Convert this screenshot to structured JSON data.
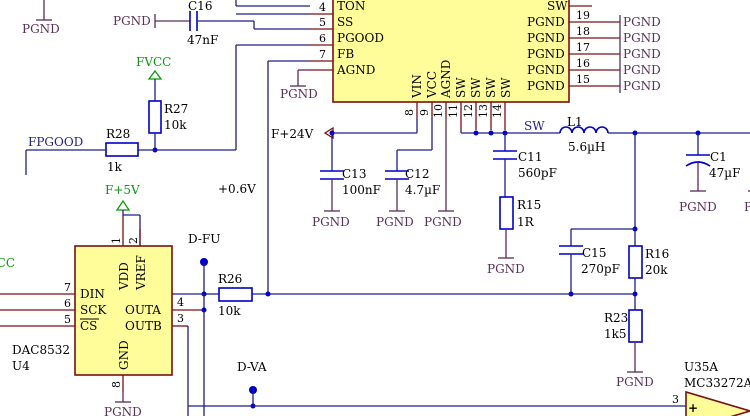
{
  "u_main": {
    "left_pins": [
      {
        "num": "4",
        "name": "TON"
      },
      {
        "num": "5",
        "name": "SS"
      },
      {
        "num": "6",
        "name": "PGOOD"
      },
      {
        "num": "7",
        "name": "FB"
      },
      {
        "num": "",
        "name": "AGND"
      }
    ],
    "right_pins": [
      {
        "num": "19",
        "name": "SW"
      },
      {
        "num": "18",
        "name": "PGND"
      },
      {
        "num": "17",
        "name": "PGND"
      },
      {
        "num": "16",
        "name": "PGND"
      },
      {
        "num": "15",
        "name": "PGND"
      },
      {
        "num": "",
        "name": "PGND"
      }
    ],
    "bottom_pins": [
      {
        "num": "8",
        "name": "VIN"
      },
      {
        "num": "9",
        "name": "VCC"
      },
      {
        "num": "10",
        "name": "AGND"
      },
      {
        "num": "11",
        "name": "SW"
      },
      {
        "num": "12",
        "name": "SW"
      },
      {
        "num": "13",
        "name": "SW"
      },
      {
        "num": "14",
        "name": "SW"
      }
    ]
  },
  "components": {
    "c16": {
      "ref": "C16",
      "value": "47nF"
    },
    "r27": {
      "ref": "R27",
      "value": "10k"
    },
    "r28": {
      "ref": "R28",
      "value": "1k"
    },
    "c13": {
      "ref": "C13",
      "value": "100nF"
    },
    "c12": {
      "ref": "C12",
      "value": "4.7µF"
    },
    "c11": {
      "ref": "C11",
      "value": "560pF"
    },
    "r15": {
      "ref": "R15",
      "value": "1R"
    },
    "l1": {
      "ref": "L1",
      "value": "5.6µH"
    },
    "c1": {
      "ref": "C1",
      "value": "47µF"
    },
    "c15": {
      "ref": "C15",
      "value": "270pF"
    },
    "r16": {
      "ref": "R16",
      "value": "20k"
    },
    "r23": {
      "ref": "R23",
      "value": "1k5"
    },
    "r26": {
      "ref": "R26",
      "value": "10k"
    },
    "u4": {
      "part": "DAC8532",
      "ref": "U4"
    },
    "u35": {
      "ref": "U35A",
      "part": "MC33272A"
    }
  },
  "u4_pins": {
    "vdd": "VDD",
    "vref": "VREF",
    "din": "DIN",
    "sck": "SCK",
    "cs": "CS",
    "outa": "OUTA",
    "outb": "OUTB",
    "gnd": "GND",
    "n1": "1",
    "n2": "2",
    "n7": "7",
    "n6": "6",
    "n5": "5",
    "n4": "4",
    "n3": "3",
    "n8": "8"
  },
  "nets": {
    "pgnd": "PGND",
    "fvcc": "FVCC",
    "vcc": "VCC",
    "fpgood": "FPGOOD",
    "f24v": "F+24V",
    "sw": "SW",
    "f5v": "F+5V",
    "v06": "+0.6V",
    "dfu": "D-FU",
    "dva": "D-VA"
  },
  "opamp": {
    "pin3": "3",
    "plus": "+"
  }
}
